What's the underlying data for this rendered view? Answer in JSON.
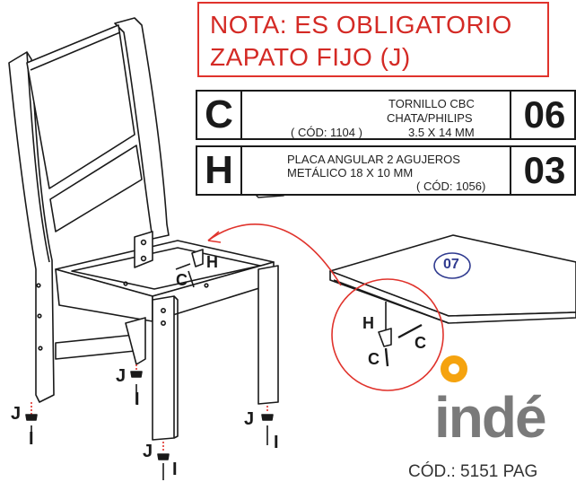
{
  "note": {
    "line1": "NOTA: ES OBLIGATORIO",
    "line2": "ZAPATO FIJO (J)"
  },
  "parts": [
    {
      "letter": "C",
      "name_line1": "TORNILLO CBC",
      "name_line2": "CHATA/PHILIPS",
      "size": "3.5 X 14 MM",
      "code": "( CÓD: 1104 )",
      "qty": "06",
      "icons": [
        "phillips-head-icon",
        "screw-icon"
      ]
    },
    {
      "letter": "H",
      "name_line1": "PLACA ANGULAR 2 AGUJEROS",
      "name_line2": "METÁLICO 18 X 10 MM",
      "code": "( CÓD: 1056)",
      "qty": "03",
      "icons": [
        "angle-bracket-icon"
      ]
    }
  ],
  "diagram": {
    "seat_number": "07",
    "callout_labels": {
      "frame_h": "H",
      "frame_c": "C",
      "detail_h": "H",
      "detail_c_right": "C",
      "detail_c_bottom": "C"
    },
    "foot_labels": {
      "rear_left_j": "J",
      "rear_left_i": "I",
      "front_left_j": "J",
      "front_left_i": "I",
      "front_center_j": "J",
      "front_center_i": "I",
      "front_right_j": "J",
      "front_right_i": "I"
    }
  },
  "brand": {
    "name": "indé",
    "accent_color": "#f5a30f"
  },
  "footer": {
    "code": "CÓD.: 5151 PAG"
  },
  "colors": {
    "note_red": "#d42a25",
    "callout_red": "#e0332c",
    "line": "#1a1a1a"
  }
}
